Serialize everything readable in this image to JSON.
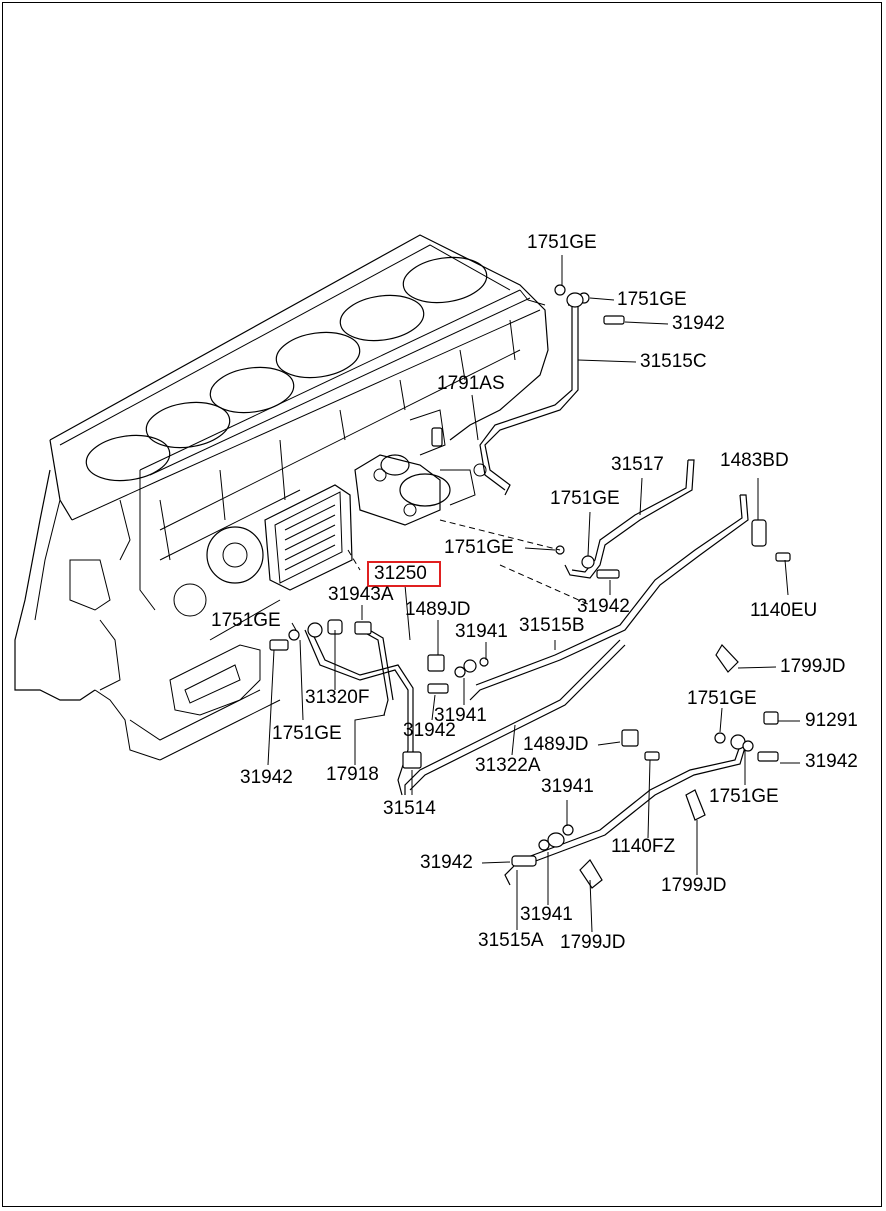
{
  "diagram": {
    "highlight_color": "#e02020",
    "callouts": [
      {
        "id": "c1",
        "text": "1751GE"
      },
      {
        "id": "c2",
        "text": "1751GE"
      },
      {
        "id": "c3",
        "text": "31942"
      },
      {
        "id": "c4",
        "text": "31515C"
      },
      {
        "id": "c5",
        "text": "1791AS"
      },
      {
        "id": "c6",
        "text": "31517"
      },
      {
        "id": "c7",
        "text": "1483BD"
      },
      {
        "id": "c8",
        "text": "1751GE"
      },
      {
        "id": "c9",
        "text": "1751GE"
      },
      {
        "id": "c10",
        "text": "31250"
      },
      {
        "id": "c11",
        "text": "31942"
      },
      {
        "id": "c12",
        "text": "1140EU"
      },
      {
        "id": "c13",
        "text": "31943A"
      },
      {
        "id": "c14",
        "text": "1489JD"
      },
      {
        "id": "c15",
        "text": "31941"
      },
      {
        "id": "c16",
        "text": "31515B"
      },
      {
        "id": "c17",
        "text": "1751GE"
      },
      {
        "id": "c18",
        "text": "1799JD"
      },
      {
        "id": "c19",
        "text": "31320F"
      },
      {
        "id": "c20",
        "text": "31941"
      },
      {
        "id": "c21",
        "text": "1751GE"
      },
      {
        "id": "c22",
        "text": "91291"
      },
      {
        "id": "c23",
        "text": "1751GE"
      },
      {
        "id": "c24",
        "text": "31942"
      },
      {
        "id": "c25",
        "text": "1489JD"
      },
      {
        "id": "c26",
        "text": "31942"
      },
      {
        "id": "c27",
        "text": "31942"
      },
      {
        "id": "c28",
        "text": "17918"
      },
      {
        "id": "c29",
        "text": "31322A"
      },
      {
        "id": "c30",
        "text": "1751GE"
      },
      {
        "id": "c31",
        "text": "31514"
      },
      {
        "id": "c32",
        "text": "31941"
      },
      {
        "id": "c33",
        "text": "31942"
      },
      {
        "id": "c34",
        "text": "1140FZ"
      },
      {
        "id": "c35",
        "text": "1799JD"
      },
      {
        "id": "c36",
        "text": "31941"
      },
      {
        "id": "c37",
        "text": "31515A"
      },
      {
        "id": "c38",
        "text": "1799JD"
      }
    ]
  }
}
